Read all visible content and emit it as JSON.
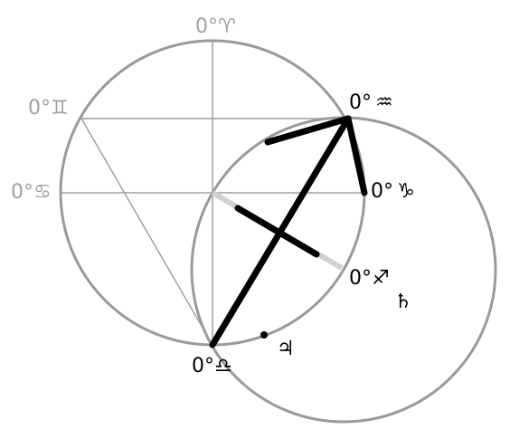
{
  "colors": {
    "background": "#ffffff",
    "circle_stroke": "#9a9a9a",
    "thin_line": "#a0a0a0",
    "thick_line": "#000000",
    "light_segment": "#d0d0d0",
    "gray_label": "#a0a0a0",
    "black_label": "#000000"
  },
  "labels": {
    "aries": {
      "degree": "0°",
      "glyph": "♈"
    },
    "gemini": {
      "degree": "0°",
      "glyph": "♊"
    },
    "cancer": {
      "degree": "0°",
      "glyph": "♋"
    },
    "libra": {
      "degree": "0°",
      "glyph": "♎"
    },
    "aquarius": {
      "degree": "0°",
      "glyph": "♒"
    },
    "capricorn": {
      "degree": "0°",
      "glyph": "♑"
    },
    "sagittarius": {
      "degree": "0°",
      "glyph": "♐"
    },
    "saturn": {
      "glyph": "♄"
    },
    "jupiter": {
      "glyph": "♃"
    }
  }
}
